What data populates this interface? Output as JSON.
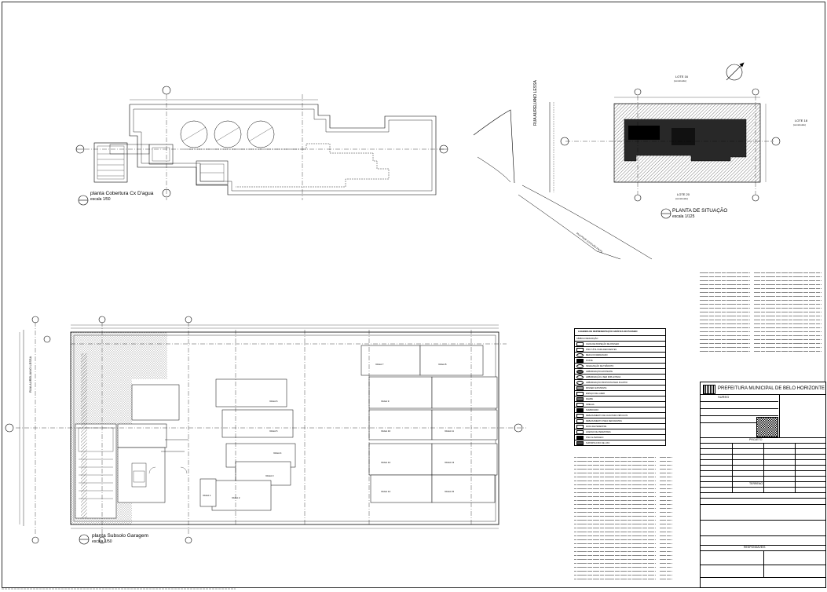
{
  "plans": {
    "roof": {
      "title": "planta Cobertura Cx D'agua",
      "scale": "escala 1/50"
    },
    "site": {
      "title": "PLANTA DE SITUAÇÃO",
      "scale": "escala 1/125"
    },
    "basement": {
      "title": "planta Subsolo Garagem",
      "scale": "escala 1/50"
    }
  },
  "site_labels": {
    "street": "RUA AURELIANO LESSA",
    "street2": "RUA PROF. ESTEVÃO PINTO",
    "lot_top": "LOTE 16",
    "lot_top_sub": "(construído)",
    "lot_right": "LOTE 18",
    "lot_right_sub": "(construído)",
    "lot_bottom": "LOTE 20",
    "lot_bottom_sub": "(construído)"
  },
  "garage_labels": {
    "street": "RUA AURELIANO LESSA",
    "vagas": [
      "VAGA 7",
      "VAGA 8",
      "VAGA 6",
      "VAGA 9",
      "VAGA 5",
      "VAGA 10",
      "VAGA 11",
      "VAGA 4",
      "VAGA 12",
      "VAGA 13",
      "VAGA 3",
      "VAGA 14",
      "VAGA 15",
      "VAGA 2",
      "VAGA 1"
    ]
  },
  "legend": {
    "title": "LEGENDA DE REPRESENTAÇÃO GRÁFICA NO PASSEIO",
    "col_symbol": "SÍMBOLO",
    "col_desc": "DESCRIÇÃO",
    "items": [
      "CAIXA DE INSPEÇÃO DE PASSEIO",
      "PISO TÁTIL PARA DEFICIENTES",
      "MEIO-FIO REBAIXADO",
      "POSTE",
      "SINALIZAÇÃO DE TRÂNSITO",
      "ARBORIZAÇÃO EXISTENTE",
      "ARBORIZAÇÃO A SER IMPLANTADA",
      "ARBORIZAÇÃO PROPOSTA PARA PLANTIO",
      "PASSEIO EXISTENTE",
      "ESPAÇO DE LAZER",
      "RAMPA",
      "GRELHA",
      "SUMIDOURO",
      "REBAIXAMENTO DE GUIA PARA VEÍCULOS",
      "REBAIXAMENTO PARA DEFICIENTES",
      "FAIXA DE PEDESTRE",
      "ACESSO DE PEDESTRES",
      "PISO ALTERNADO",
      "SUPORTE FIXO DE LIXO"
    ]
  },
  "title_block": {
    "org": "PREFEITURA MUNICIPAL DE BELO HORIZONTE",
    "dept": "SUREG",
    "section_projeto": "PROJETO",
    "section_terreno": "TERRENO",
    "section_responsaveis": "RESPONSÁVEIS"
  },
  "colors": {
    "ink": "#000000",
    "hatch_dark": "#1a1a1a",
    "stipple": "#555555",
    "paper": "#ffffff"
  }
}
